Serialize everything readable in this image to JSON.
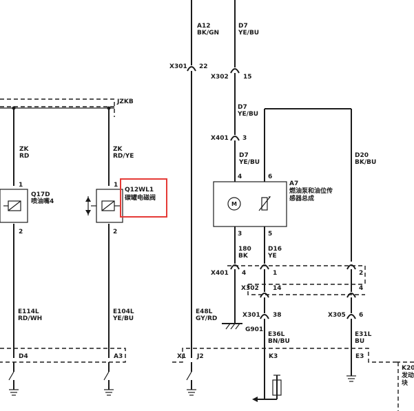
{
  "labels": {
    "jzkb": "JZKB",
    "a12": "A12",
    "a12_color": "BK/GN",
    "d7_top": "D7",
    "d7_top_color": "YE/BU",
    "x301_top": "X301",
    "x301_top_pin": "22",
    "x302_top": "X302",
    "x302_top_pin": "15",
    "d7_mid": "D7",
    "d7_mid_color": "YE/BU",
    "x401_top": "X401",
    "x401_top_pin": "3",
    "d7_low": "D7",
    "d7_low_color": "YE/BU",
    "d20": "D20",
    "d20_color": "BK/BU",
    "zk_left": "ZK",
    "zk_left_color": "RD",
    "zk_mid": "ZK",
    "zk_mid_color": "RD/YE",
    "q17d_pin1": "1",
    "q17d": "Q17D",
    "q17d_name": "喷油嘴4",
    "q17d_pin2": "2",
    "q12wl1_pin1": "1",
    "q12wl1": "Q12WL1",
    "q12wl1_name": "碳罐电磁阀",
    "q12wl1_pin2": "2",
    "a7_pin4": "4",
    "a7_pin6": "6",
    "a7": "A7",
    "a7_name_1": "燃油泵和油位传",
    "a7_name_2": "感器总成",
    "a7_pin3": "3",
    "a7_pin5": "5",
    "w180": "180",
    "w180_color": "BK",
    "d16": "D16",
    "d16_color": "YE",
    "x401_bot": "X401",
    "x401_bot_pin4": "4",
    "x401_bot_pin1": "1",
    "x401_bot_pin2": "2",
    "x302_bot": "X302",
    "x302_bot_pin14": "14",
    "x302_bot_pin4": "4",
    "x301_bot": "X301",
    "x301_bot_pin38": "38",
    "x305": "X305",
    "x305_pin": "6",
    "g901": "G901",
    "e114l": "E114L",
    "e114l_color": "RD/WH",
    "e104l": "E104L",
    "e104l_color": "YE/BU",
    "e48l": "E48L",
    "e48l_color": "GY/RD",
    "e36l": "E36L",
    "e36l_color": "BN/BU",
    "e31l": "E31L",
    "e31l_color": "BU",
    "pin_d4": "D4",
    "pin_a3": "A3",
    "pin_x1": "X1",
    "pin_j2": "J2",
    "pin_k3": "K3",
    "pin_e3": "E3",
    "k20": "K20",
    "k20_name_1": "发动",
    "k20_name_2": "块"
  },
  "colors": {
    "line": "#1a1a1a",
    "highlight": "#e53935"
  },
  "icons": [
    "solenoid-coil-icon",
    "motor-icon",
    "variable-resistor-icon",
    "ground-icon",
    "arrow-icon"
  ]
}
